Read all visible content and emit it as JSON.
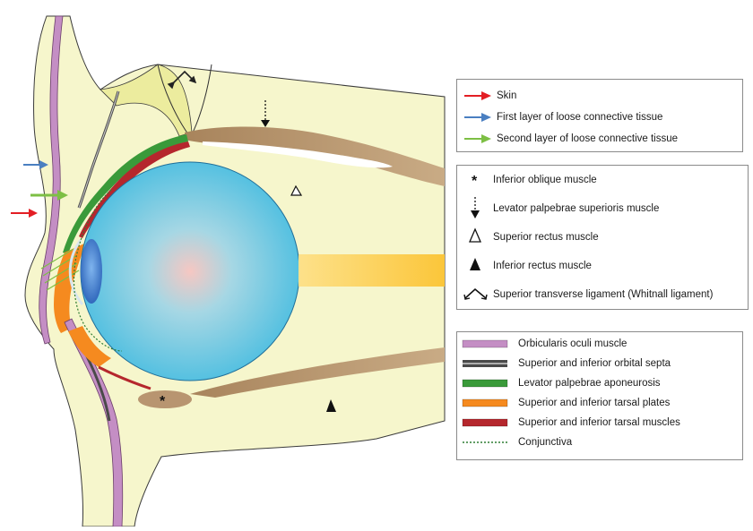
{
  "legend_arrows": {
    "items": [
      {
        "label": "Skin",
        "color": "#e31e24"
      },
      {
        "label": "First layer of loose connective tissue",
        "color": "#4a7fc1"
      },
      {
        "label": "Second layer of loose connective tissue",
        "color": "#7dbf44"
      }
    ]
  },
  "legend_symbols": {
    "items": [
      {
        "icon": "asterisk-icon",
        "label": "Inferior oblique muscle"
      },
      {
        "icon": "dotted-arrow-icon",
        "label": "Levator palpebrae superioris muscle"
      },
      {
        "icon": "hollow-triangle-icon",
        "label": "Superior rectus muscle"
      },
      {
        "icon": "filled-triangle-icon",
        "label": "Inferior rectus muscle"
      },
      {
        "icon": "caret-chevron-icon",
        "label": "Superior transverse ligament (Whitnall ligament)"
      }
    ]
  },
  "legend_swatches": {
    "items": [
      {
        "label": "Orbicularis oculi muscle",
        "color": "#c48ec4",
        "style": "bar"
      },
      {
        "label": "Superior and inferior orbital septa",
        "color": "#4a4a4a",
        "style": "double"
      },
      {
        "label": "Levator palpebrae aponeurosis",
        "color": "#3a9a3a",
        "style": "bar"
      },
      {
        "label": "Superior and inferior tarsal plates",
        "color": "#f58a1f",
        "style": "bar"
      },
      {
        "label": "Superior and inferior tarsal muscles",
        "color": "#b5272d",
        "style": "bar"
      },
      {
        "label": "Conjunctiva",
        "color": "#2e7d32",
        "style": "dotted"
      }
    ]
  },
  "diagram": {
    "asterisk_label": "*",
    "colors": {
      "tissue": "#f6f6cc",
      "globe": "#5fc8e4",
      "lens": "#2f6fc4",
      "muscle": "#b89570",
      "optic_nerve": "#fbd046"
    }
  }
}
